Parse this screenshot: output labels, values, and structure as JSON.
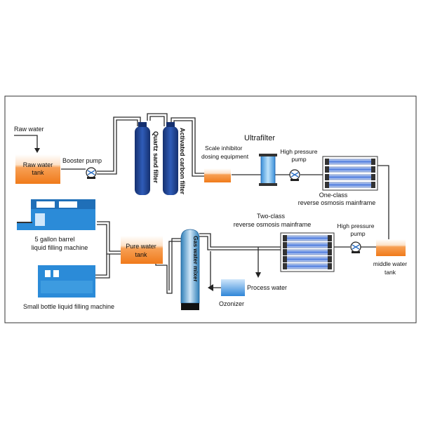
{
  "diagram": {
    "labels": {
      "raw_water": "Raw water",
      "raw_water_tank": [
        "Raw water",
        "tank"
      ],
      "booster_pump": "Booster pump",
      "quartz_sand_filter": "Quartz sand filter",
      "activated_carbon_filter": "Activated carbon filter",
      "ultrafilter": "Ultrafilter",
      "scale_inhibitor": [
        "Scale inhibitor",
        "dosing equipment"
      ],
      "high_pressure_pump_1": [
        "High pressure",
        "pump"
      ],
      "one_class_ro": [
        "One-class",
        "reverse osmosis mainframe"
      ],
      "two_class_ro": [
        "Two-class",
        "reverse osmosis mainframe"
      ],
      "high_pressure_pump_2": [
        "High pressure",
        "pump"
      ],
      "middle_water_tank": [
        "middle water",
        "tank"
      ],
      "pure_water_tank": [
        "Pure water",
        "tank"
      ],
      "gas_water_mixer": "Gas water mixer",
      "process_water": "Process water",
      "ozonizer": "Ozonizer",
      "five_gallon": [
        "5 gallon barrel",
        "liquid filling machine"
      ],
      "small_bottle": "Small bottle liquid filling machine"
    },
    "colors": {
      "tank_orange": "#f58a2c",
      "filter_blue": "#1f3f8f",
      "machine_blue": "#2b8bd8",
      "membrane_blue": "#3f6fd8",
      "pipe": "#2a2a2a",
      "frame": "#333333"
    }
  }
}
